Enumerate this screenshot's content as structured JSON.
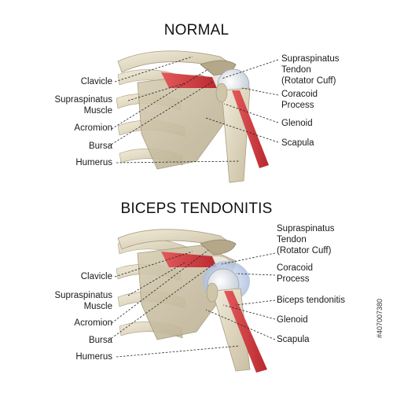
{
  "titles": {
    "normal": "NORMAL",
    "biceps": "BICEPS TENDONITIS"
  },
  "normal": {
    "left_labels": [
      "Clavicle",
      "Supraspinatus\nMuscle",
      "Acromion",
      "Bursa",
      "Humerus"
    ],
    "right_labels": [
      "Supraspinatus\nTendon\n(Rotator Cuff)",
      "Coracoid\nProcess",
      "Glenoid",
      "Scapula"
    ]
  },
  "biceps": {
    "left_labels": [
      "Clavicle",
      "Supraspinatus\nMuscle",
      "Acromion",
      "Bursa",
      "Humerus"
    ],
    "right_labels": [
      "Supraspinatus\nTendon\n(Rotator Cuff)",
      "Coracoid\nProcess",
      "Biceps tendonitis",
      "Glenoid",
      "Scapula"
    ]
  },
  "stock_id": "#407007380",
  "colors": {
    "bone": "#e8e0c8",
    "bone_shade": "#c9bfa2",
    "muscle": "#d9454a",
    "tendon": "#e9e4da",
    "inflamed": "#c8d6f0"
  }
}
